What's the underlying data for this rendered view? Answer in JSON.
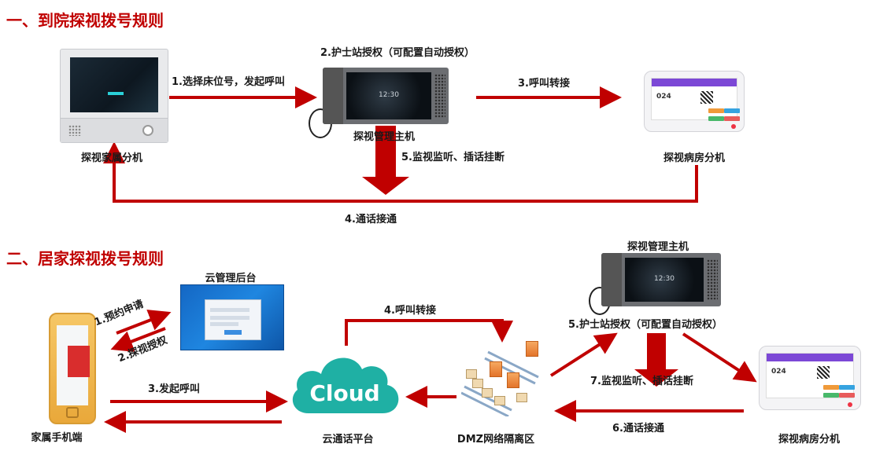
{
  "section1": {
    "title": "一、到院探视拨号规则",
    "devices": {
      "family_terminal": "探视家属分机",
      "management_host": "探视管理主机",
      "ward_terminal": "探视病房分机"
    },
    "steps": {
      "step1": "1.选择床位号，发起呼叫",
      "step2": "2.护士站授权（可配置自动授权）",
      "step3": "3.呼叫转接",
      "step4": "4.通话接通",
      "step5": "5.监视监听、插话挂断"
    },
    "host_clock": "12:30"
  },
  "section2": {
    "title": "二、居家探视拨号规则",
    "devices": {
      "cloud_admin": "云管理后台",
      "phone": "家属手机端",
      "cloud_platform": "云通话平台",
      "dmz": "DMZ网络隔离区",
      "management_host": "探视管理主机",
      "ward_terminal": "探视病房分机"
    },
    "cloud_word": "Cloud",
    "steps": {
      "step1": "1.预约申请",
      "step2": "2.探视授权",
      "step3": "3.发起呼叫",
      "step4": "4.呼叫转接",
      "step5": "5.护士站授权（可配置自动授权）",
      "step6": "6.通话接通",
      "step7": "7.监视监听、插话挂断"
    },
    "host_clock": "12:30"
  },
  "ward_screen_number": "024",
  "colors": {
    "title_red": "#c00000",
    "arrow_red": "#c00000",
    "cloud_teal": "#1fb0a4"
  }
}
